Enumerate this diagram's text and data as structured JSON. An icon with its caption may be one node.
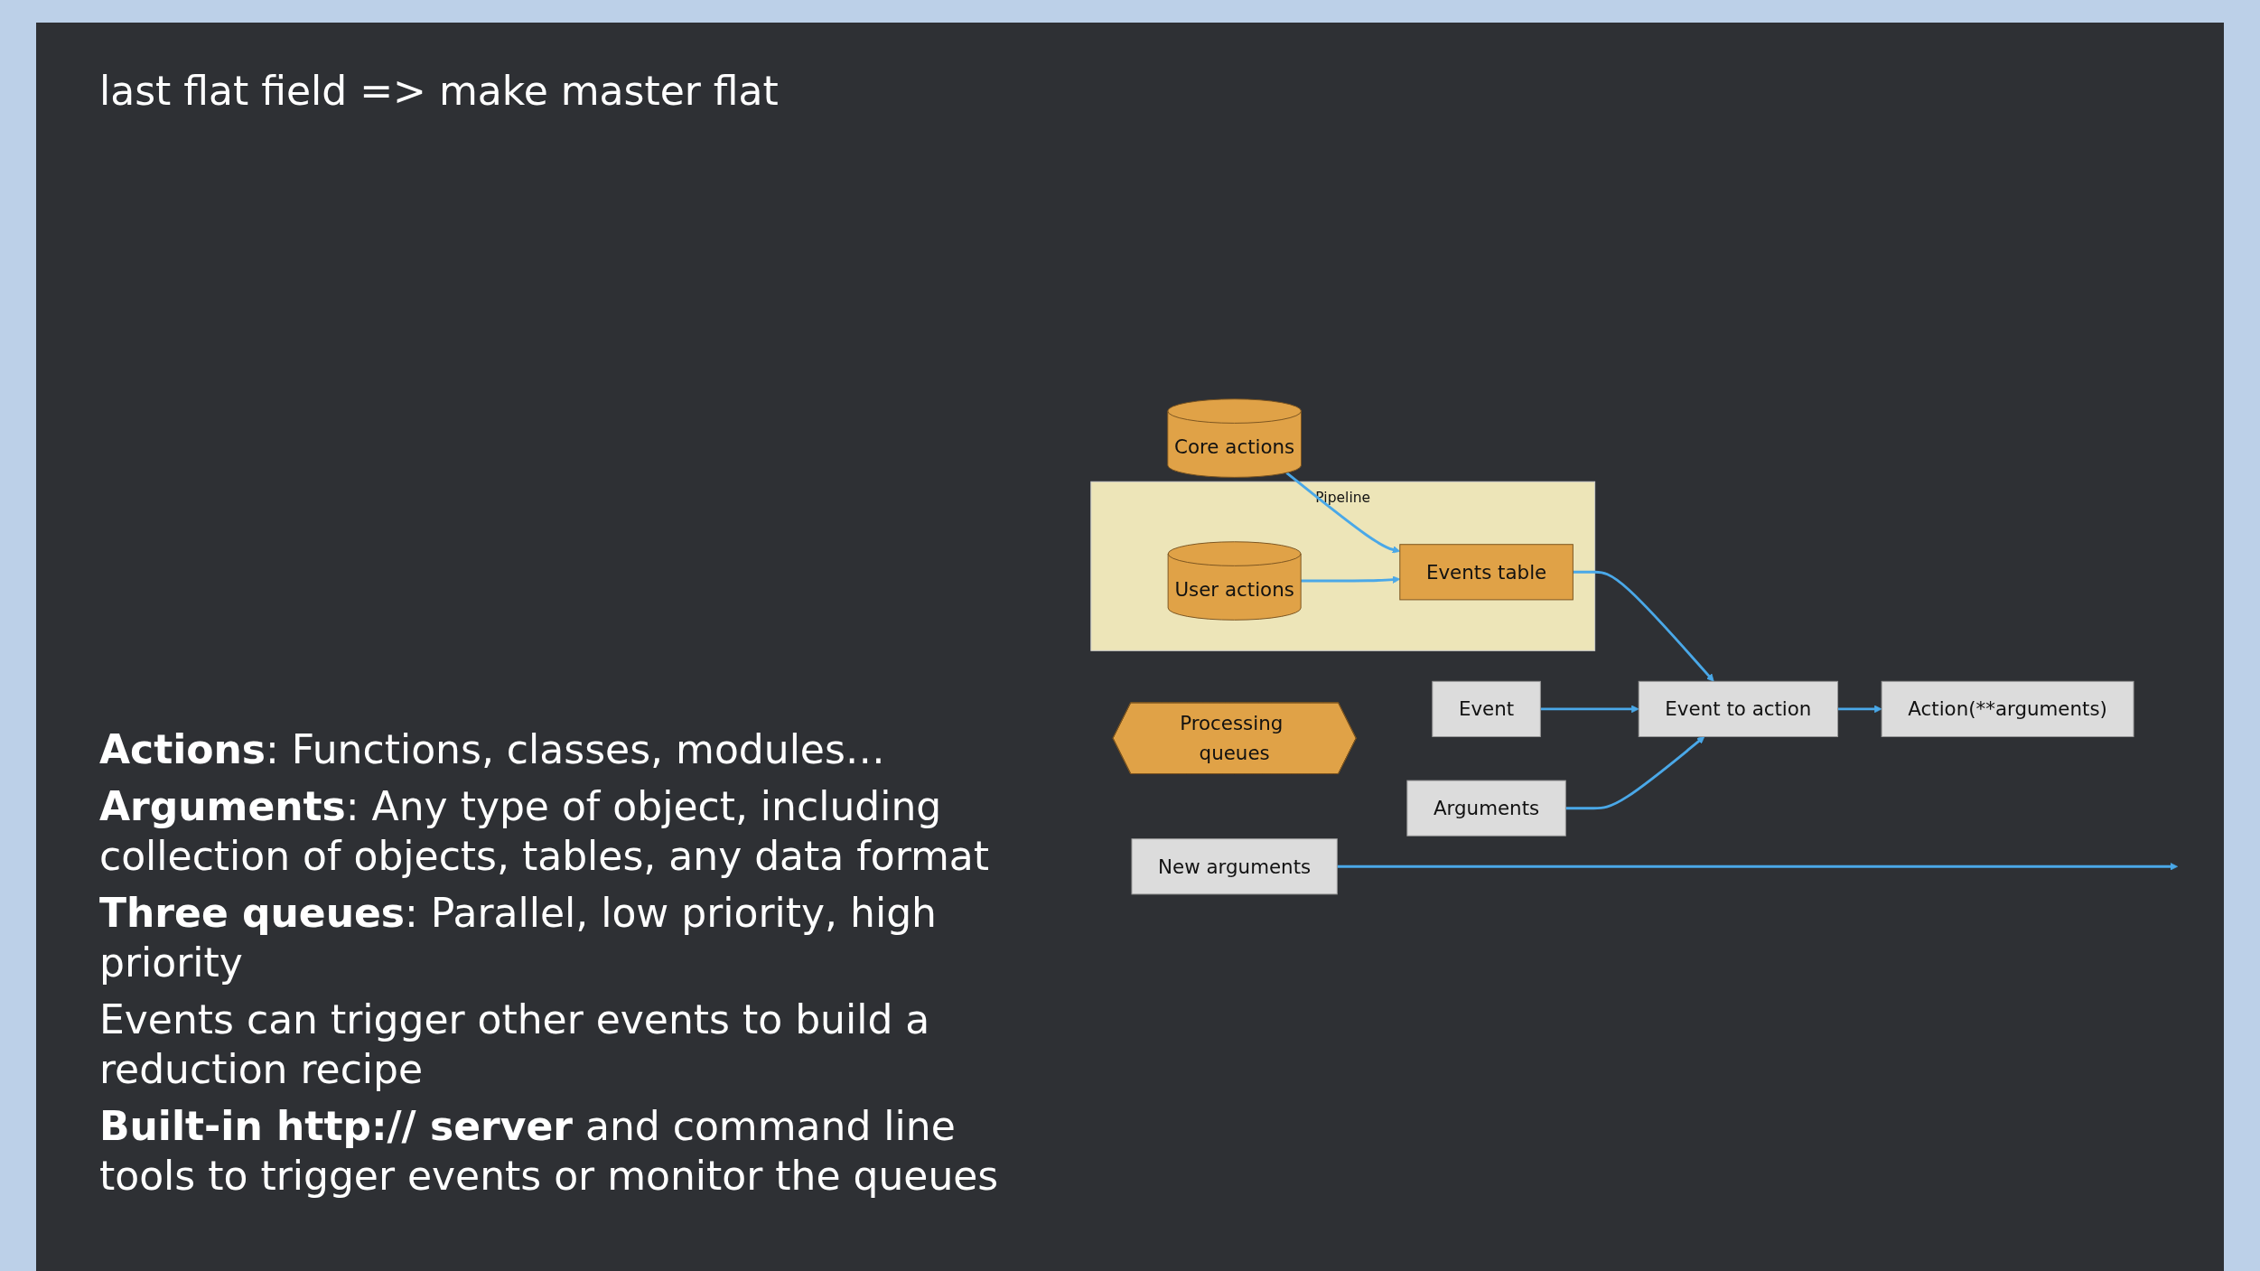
{
  "diagram": {
    "nodes": [
      {
        "text": [
          "Core actions"
        ]
      },
      {
        "text": [
          "Pipeline"
        ]
      },
      {
        "text": [
          "User actions"
        ],
        "in": 1
      },
      {
        "text": [
          "Events table"
        ],
        "in": 1
      },
      {
        "text": [
          "Event"
        ]
      },
      {
        "text": [
          "Arguments"
        ]
      },
      {
        "text": [
          "Event to action"
        ]
      },
      {
        "text": [
          "Action(**arguments)"
        ]
      },
      {
        "text": [
          "Processing queues"
        ]
      },
      {
        "text": [
          "New arguments"
        ]
      }
    ],
    "edges": [
      {
        "from": 0,
        "to": 3,
        "arrow": "to"
      },
      {
        "from": 2,
        "to": 3,
        "arrow": "to"
      },
      {
        "from": 3,
        "to": 6,
        "arrow": "to"
      },
      {
        "from": 4,
        "to": 6,
        "arrow": "to"
      },
      {
        "from": 5,
        "to": 6,
        "arrow": "to"
      },
      {
        "from": 6,
        "to": 7,
        "arrow": "to"
      },
      {
        "from": 9,
        "to": null,
        "arrow": "to"
      }
    ],
    "labels": [
      "last flat field => make master flat",
      "**Actions**: Functions, classes, modules…",
      "**Arguments**: Any type of object, including collection of objects, tables, any data format",
      "**Three queues**: Parallel, low priority, high priority",
      "Events can trigger other events to build a reduction recipe",
      "**Built-in http:// server** and command line tools to trigger events or monitor the queues"
    ]
  }
}
